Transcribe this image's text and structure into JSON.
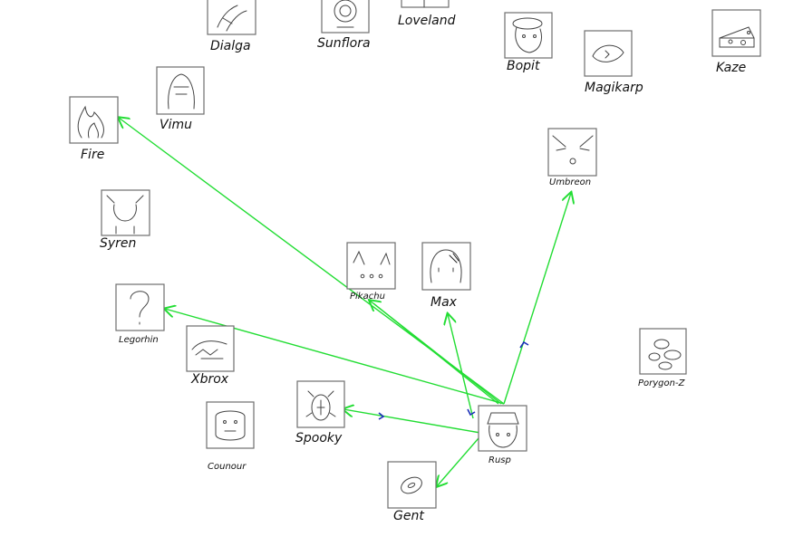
{
  "colors": {
    "edge": "#22dd33",
    "accent_mark": "#1a2fb8",
    "node_border": "#6f6f6f",
    "background": "#ffffff"
  },
  "nodes": [
    {
      "id": "dialga",
      "label": "Dialga",
      "icon": "dialga-sketch-icon"
    },
    {
      "id": "sunflora",
      "label": "Sunflora",
      "icon": "sunflora-sketch-icon"
    },
    {
      "id": "loveland",
      "label": "Loveland",
      "icon": "loveland-sketch-icon"
    },
    {
      "id": "bopit",
      "label": "Bopit",
      "icon": "bopit-sketch-icon"
    },
    {
      "id": "magikarp",
      "label": "Magikarp",
      "icon": "magikarp-sketch-icon"
    },
    {
      "id": "kaze",
      "label": "Kaze",
      "icon": "cheese-sketch-icon"
    },
    {
      "id": "vimu",
      "label": "Vimu",
      "icon": "vimu-sketch-icon"
    },
    {
      "id": "fire",
      "label": "Fire",
      "icon": "flame-sketch-icon"
    },
    {
      "id": "umbreon",
      "label": "Umbreon",
      "icon": "umbreon-sketch-icon"
    },
    {
      "id": "syren",
      "label": "Syren",
      "icon": "syren-sketch-icon"
    },
    {
      "id": "pikachu",
      "label": "Pikachu",
      "icon": "pikachu-sketch-icon"
    },
    {
      "id": "max",
      "label": "Max",
      "icon": "max-sketch-icon"
    },
    {
      "id": "legorhin",
      "label": "Legorhin",
      "icon": "question-mark-sketch-icon"
    },
    {
      "id": "xbrox",
      "label": "Xbrox",
      "icon": "xbrox-sketch-icon"
    },
    {
      "id": "porygonz",
      "label": "Porygon-Z",
      "icon": "porygon-sketch-icon"
    },
    {
      "id": "spooky",
      "label": "Spooky",
      "icon": "spooky-sketch-icon"
    },
    {
      "id": "counour",
      "label": "Counour",
      "icon": "counour-sketch-icon"
    },
    {
      "id": "rusp",
      "label": "Rusp",
      "icon": "rusp-sketch-icon"
    },
    {
      "id": "gent",
      "label": "Gent",
      "icon": "gent-sketch-icon"
    }
  ],
  "edges": [
    {
      "from": "rusp",
      "to": "fire",
      "arrow_end": true
    },
    {
      "from": "rusp",
      "to": "pikachu",
      "arrow_end": true
    },
    {
      "from": "rusp",
      "to": "umbreon",
      "arrow_end": true
    },
    {
      "from": "rusp",
      "to": "legorhin",
      "arrow_end": true
    },
    {
      "from": "rusp",
      "to": "max",
      "arrow_end": true
    },
    {
      "from": "rusp",
      "to": "spooky",
      "arrow_end": true
    },
    {
      "from": "rusp",
      "to": "gent",
      "arrow_end": true
    }
  ]
}
